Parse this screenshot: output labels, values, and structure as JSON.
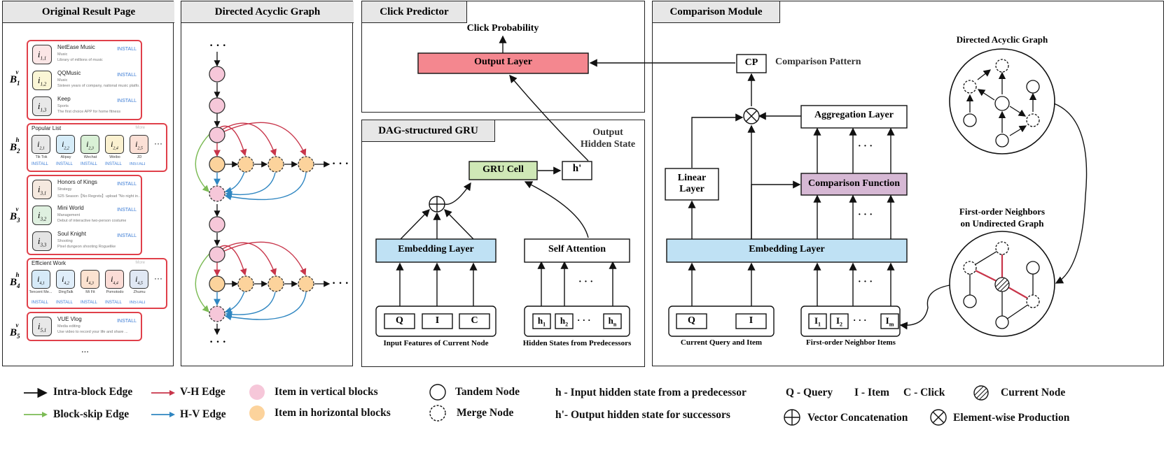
{
  "panels": {
    "original": "Original Result Page",
    "dag": "Directed Acyclic Graph",
    "click": "Click Predictor",
    "gru": "DAG-structured GRU",
    "comparison": "Comparison Module"
  },
  "result_page": {
    "blocks": [
      {
        "label": "B",
        "sub": "1",
        "sup": "v",
        "items": [
          {
            "icon": "i",
            "icon_sub": "1,1",
            "name": "NetEase Music",
            "cat": "Music",
            "desc": "Library of millions of music",
            "btn": "INSTALL"
          },
          {
            "icon": "i",
            "icon_sub": "1,2",
            "name": "QQMusic",
            "cat": "Music",
            "desc": "Sixteen years of company, national music platfo...",
            "btn": "INSTALL"
          },
          {
            "icon": "i",
            "icon_sub": "1,3",
            "name": "Keep",
            "cat": "Sports",
            "desc": "The first choice APP for home fitness",
            "btn": "INSTALL"
          }
        ]
      },
      {
        "label": "B",
        "sub": "2",
        "sup": "h",
        "header": "Popular List",
        "more": "More",
        "items": [
          {
            "icon_sub": "2,1",
            "name": "Tik Tok"
          },
          {
            "icon_sub": "2,2",
            "name": "Alipay"
          },
          {
            "icon_sub": "2,3",
            "name": "Wechat"
          },
          {
            "icon_sub": "2,4",
            "name": "Weibo"
          },
          {
            "icon_sub": "2,5",
            "name": "JD"
          }
        ],
        "btn": "INSTALL",
        "ellipsis": "···"
      },
      {
        "label": "B",
        "sub": "3",
        "sup": "v",
        "items": [
          {
            "icon_sub": "3,1",
            "name": "Honors of Kings",
            "cat": "Strategy",
            "desc": "S25 Season【No Regrets】upload \"No night in...",
            "btn": "INSTALL"
          },
          {
            "icon_sub": "3,2",
            "name": "Mini World",
            "cat": "Management",
            "desc": "Debut of interactive two-person costume",
            "btn": "INSTALL"
          },
          {
            "icon_sub": "3,3",
            "name": "Soul Knight",
            "cat": "Shooting",
            "desc": "Pixel dungeon shooting Roguelike",
            "btn": "INSTALL"
          }
        ]
      },
      {
        "label": "B",
        "sub": "4",
        "sup": "h",
        "header": "Efficient Work",
        "more": "More",
        "items": [
          {
            "icon_sub": "4,1",
            "name": "Tencent Me..."
          },
          {
            "icon_sub": "4,2",
            "name": "DingTalk"
          },
          {
            "icon_sub": "4,3",
            "name": "Mi Fit"
          },
          {
            "icon_sub": "4,4",
            "name": "Pomotodo"
          },
          {
            "icon_sub": "4,5",
            "name": "Zhumu"
          }
        ],
        "btn": "INSTALL",
        "ellipsis": "···"
      },
      {
        "label": "B",
        "sub": "5",
        "sup": "v",
        "items": [
          {
            "icon_sub": "5,1",
            "name": "VUE Vlog",
            "cat": "Media editing",
            "desc": "Use video to record your life and share ...",
            "btn": "INSTALL"
          }
        ]
      }
    ],
    "more_dots": "..."
  },
  "dag_panel": {
    "dots": "···"
  },
  "click_predictor": {
    "output_label": "Click Probability",
    "output_layer": "Output Layer",
    "colors": {
      "output": "#f4878f",
      "gru": "#cfe8b6",
      "embed": "#bfe1f4",
      "compare": "#d6b8d4",
      "pink": "#f6c7d9",
      "orange": "#fcd39c"
    }
  },
  "gru": {
    "output_hidden": "Output\nHidden State",
    "gru_cell": "GRU Cell",
    "h_prime": "h'",
    "embedding": "Embedding Layer",
    "self_attention": "Self Attention",
    "inputs": [
      "Q",
      "I",
      "C"
    ],
    "inputs_caption": "Input Features of Current Node",
    "hidden": [
      "h1",
      "h2",
      "hn"
    ],
    "hidden_caption": "Hidden States from Predecessors",
    "dots": "· · ·"
  },
  "comparison": {
    "cp": "CP",
    "pattern": "Comparison Pattern",
    "aggregation": "Aggregation Layer",
    "linear": "Linear\nLayer",
    "function": "Comparison Function",
    "embedding": "Embedding Layer",
    "query_inputs": [
      "Q",
      "I"
    ],
    "query_caption": "Current Query and Item",
    "neighbor_inputs": [
      "I1",
      "I2",
      "Im"
    ],
    "neighbor_caption": "First-order Neighbor Items",
    "dag_title": "Directed Acyclic Graph",
    "neighbors_title": "First-order Neighbors\non Undirected Graph",
    "dots": "· · ·"
  },
  "legend": {
    "intra": "Intra-block Edge",
    "skip": "Block-skip Edge",
    "vh": "V-H Edge",
    "hv": "H-V Edge",
    "vertical": "Item in vertical blocks",
    "horizontal": "Item in horizontal blocks",
    "tandem": "Tandem Node",
    "merge": "Merge Node",
    "h_def": "h - Input hidden state from a predecessor",
    "hp_def": "h'- Output hidden state for successors",
    "q": "Q - Query",
    "i": "I - Item",
    "c": "C - Click",
    "current": "Current Node",
    "concat": "Vector Concatenation",
    "product": "Element-wise Production",
    "edge_colors": {
      "intra": "#111111",
      "skip": "#7cbb55",
      "vh": "#c8354a",
      "hv": "#2f86c1"
    }
  }
}
